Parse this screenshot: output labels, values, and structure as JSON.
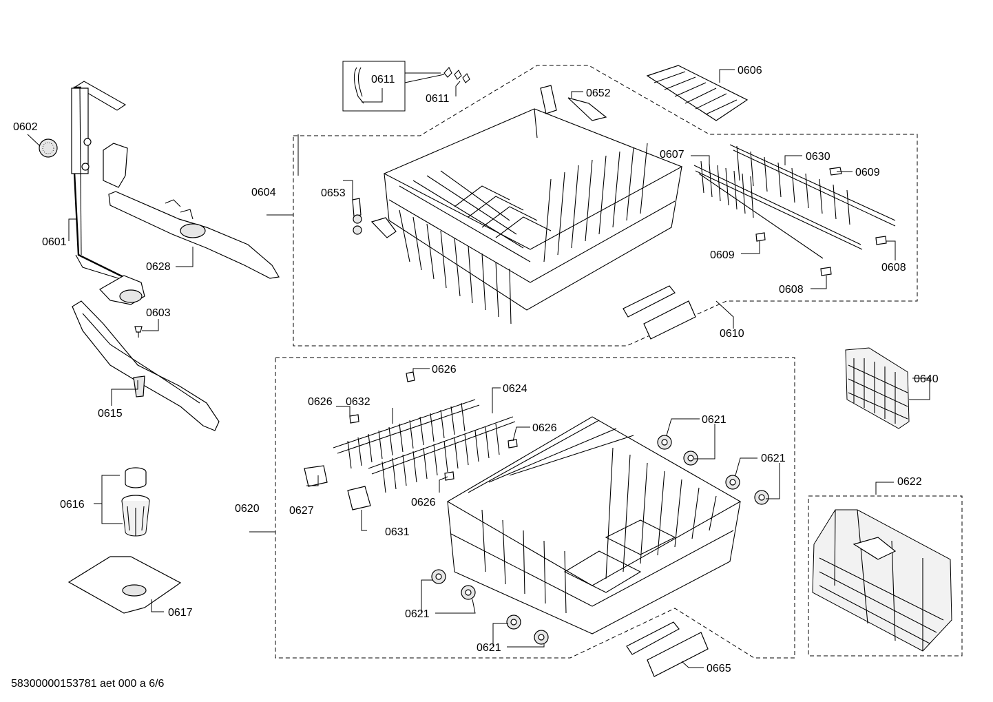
{
  "labels": {
    "p0601": "0601",
    "p0602": "0602",
    "p0603": "0603",
    "p0604": "0604",
    "p0606": "0606",
    "p0607": "0607",
    "p0608a": "0608",
    "p0608b": "0608",
    "p0609a": "0609",
    "p0609b": "0609",
    "p0610": "0610",
    "p0611a": "0611",
    "p0611b": "0611",
    "p0615": "0615",
    "p0616": "0616",
    "p0617": "0617",
    "p0620": "0620",
    "p0621a": "0621",
    "p0621b": "0621",
    "p0621c": "0621",
    "p0621d": "0621",
    "p0622": "0622",
    "p0624": "0624",
    "p0626a": "0626",
    "p0626b": "0626",
    "p0626c": "0626",
    "p0626d": "0626",
    "p0627": "0627",
    "p0628": "0628",
    "p0630": "0630",
    "p0631": "0631",
    "p0632": "0632",
    "p0640": "0640",
    "p0652": "0652",
    "p0653": "0653",
    "p0665": "0665"
  },
  "footer": "58300000153781 aet 000 a 6/6"
}
